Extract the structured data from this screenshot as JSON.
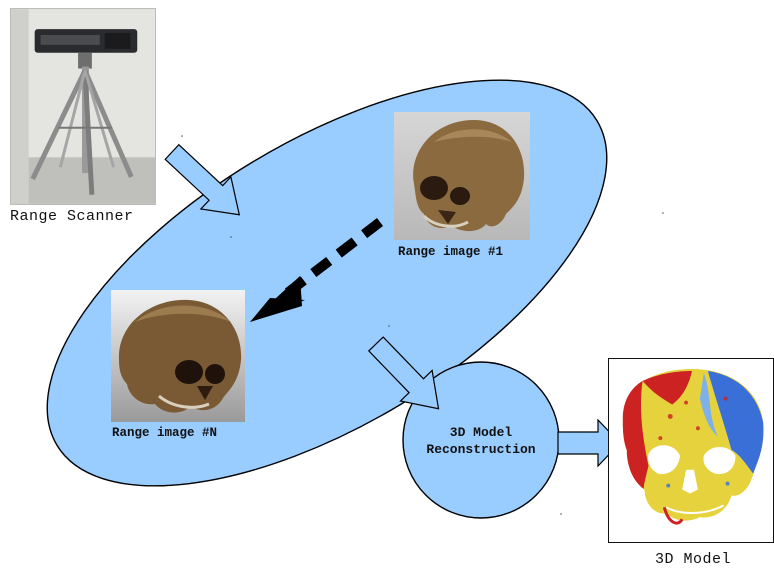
{
  "colors": {
    "ellipse_fill": "#99ccff",
    "ellipse_stroke": "#000000",
    "arrow_fill": "#99ccff",
    "dashed_arrow": "#000000",
    "bone": "#8a6a3e",
    "model_red": "#cc2222",
    "model_yellow": "#e6d23c",
    "model_blue": "#3a6fd8"
  },
  "nodes": {
    "range_scanner": {
      "label": "Range Scanner",
      "icon": "tripod-scanner-photo"
    },
    "range_image_1": {
      "label": "Range image #1",
      "icon": "skull-photo"
    },
    "range_image_n": {
      "label": "Range image #N",
      "icon": "skull-photo"
    },
    "reconstruction": {
      "line1": "3D Model",
      "line2": "Reconstruction"
    },
    "model_3d": {
      "label": "3D Model",
      "icon": "colored-skull-model"
    }
  }
}
